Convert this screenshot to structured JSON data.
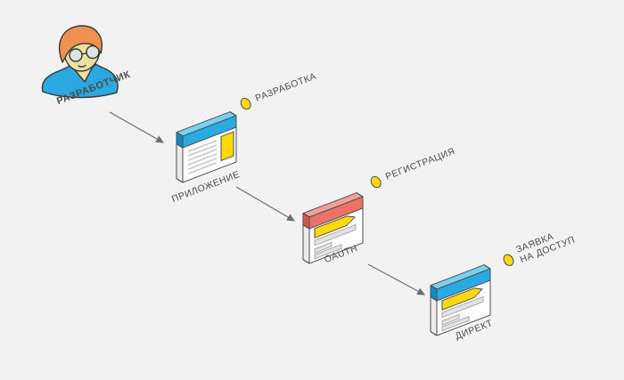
{
  "title": "Developer OAuth access flow diagram",
  "actor": {
    "id": "developer",
    "label": "РАЗРАБОТЧИК"
  },
  "steps": [
    {
      "id": "app",
      "label": "ПРИЛОЖЕНИЕ",
      "badge": [
        "РАЗРАБОТКА"
      ]
    },
    {
      "id": "oauth",
      "label": "OAUTH",
      "badge": [
        "РЕГИСТРАЦИЯ"
      ]
    },
    {
      "id": "direct",
      "label": "ДИРЕКТ",
      "badge": [
        "ЗАЯВКА",
        "НА ДОСТУП"
      ]
    }
  ],
  "arrows": [
    {
      "from": "developer",
      "to": "app"
    },
    {
      "from": "app",
      "to": "oauth"
    },
    {
      "from": "oauth",
      "to": "direct"
    }
  ],
  "colors": {
    "background": "#f2f2f2",
    "label_text": "#4d4d4d",
    "arrow": "#6e6e6e",
    "outline": "#4d4d4d",
    "window_blue": "#29abe2",
    "window_blue_top": "#79d1f2",
    "window_blue_side": "#128ac4",
    "window_red": "#ec7166",
    "window_red_top": "#f4a098",
    "window_red_side": "#d6584d",
    "accent_yellow": "#ffd80a",
    "bar_gray": "#e3e3e3",
    "body_white": "#ffffff",
    "side_gray": "#ececec",
    "avatar_hair": "#f0914f",
    "avatar_skin": "#ece19e",
    "avatar_shirt": "#2aa8e0",
    "avatar_lens": "#d9e5e2"
  }
}
